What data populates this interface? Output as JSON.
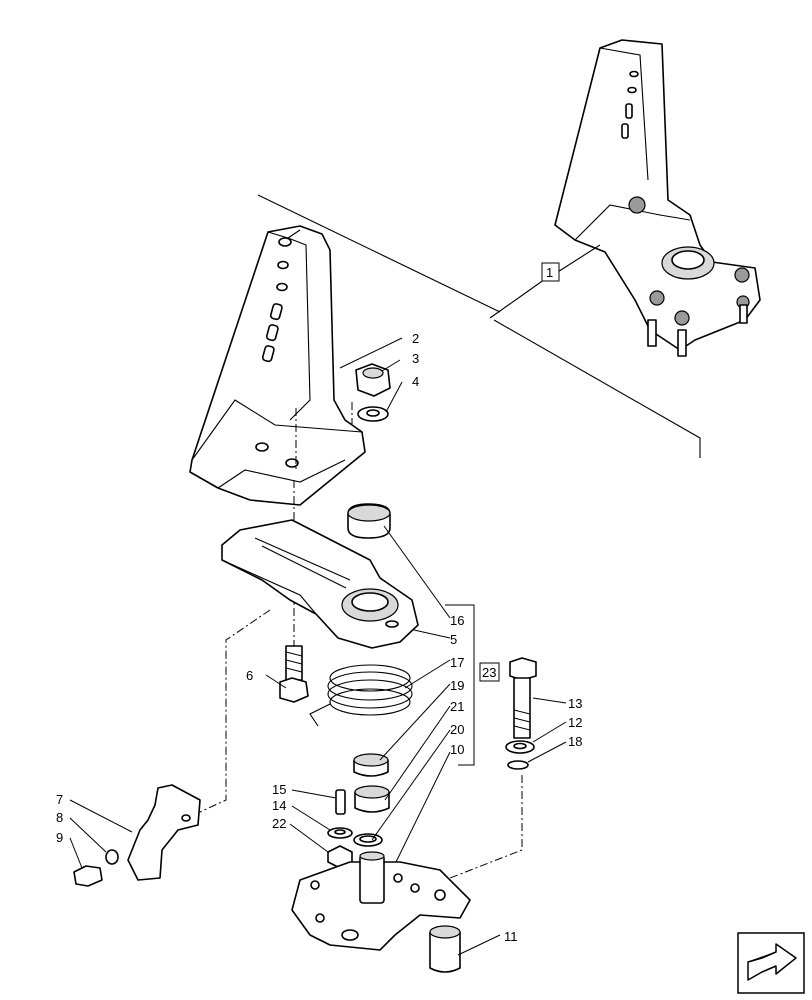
{
  "callouts": {
    "c1": "1",
    "c2": "2",
    "c3": "3",
    "c4": "4",
    "c5": "5",
    "c6": "6",
    "c7": "7",
    "c8": "8",
    "c9": "9",
    "c10": "10",
    "c11": "11",
    "c12": "12",
    "c13": "13",
    "c14": "14",
    "c15": "15",
    "c16": "16",
    "c17": "17",
    "c18": "18",
    "c19": "19",
    "c20": "20",
    "c21": "21",
    "c22": "22",
    "c23": "23"
  },
  "icons": {
    "navigation": "next-page-arrow-icon"
  }
}
